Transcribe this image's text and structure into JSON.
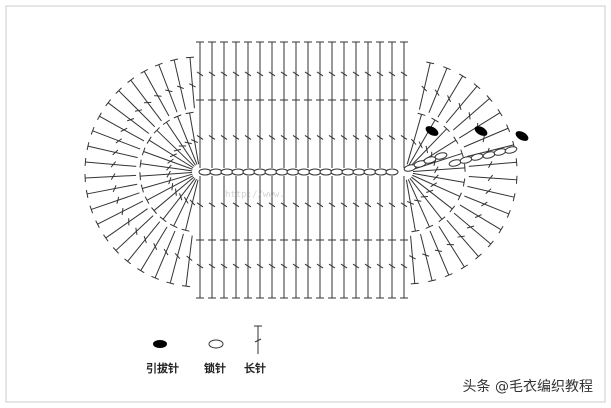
{
  "legend": {
    "slip_stitch": "引拔针",
    "chain_stitch": "锁针",
    "double_crochet": "长针"
  },
  "watermark": {
    "center_text": "",
    "url_text": "http://www.",
    "credit": "头条 @毛衣编织教程"
  },
  "colors": {
    "stroke": "#333333",
    "background": "#ffffff",
    "fill_dot": "#000000"
  }
}
